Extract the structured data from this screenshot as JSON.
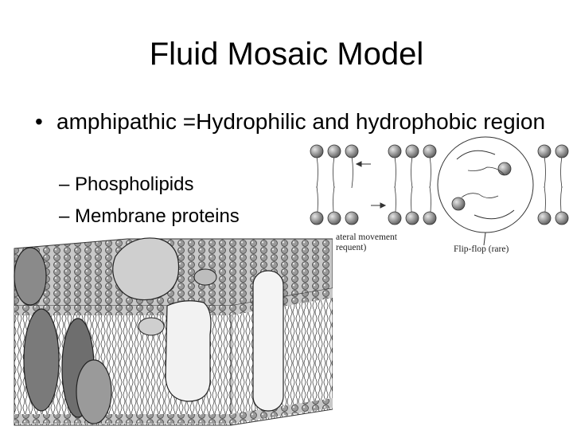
{
  "slide": {
    "title": "Fluid Mosaic Model",
    "bullet_symbol": "•",
    "bullet": "amphipathic =Hydrophilic and hydrophobic region",
    "sub_symbol": "–",
    "subitems": [
      "Phospholipids",
      "Membrane proteins"
    ]
  },
  "figure_lipid": {
    "caption_lateral_1": "ateral movement",
    "caption_lateral_2": "requent)",
    "caption_flipflop": "Flip-flop (rare)"
  }
}
